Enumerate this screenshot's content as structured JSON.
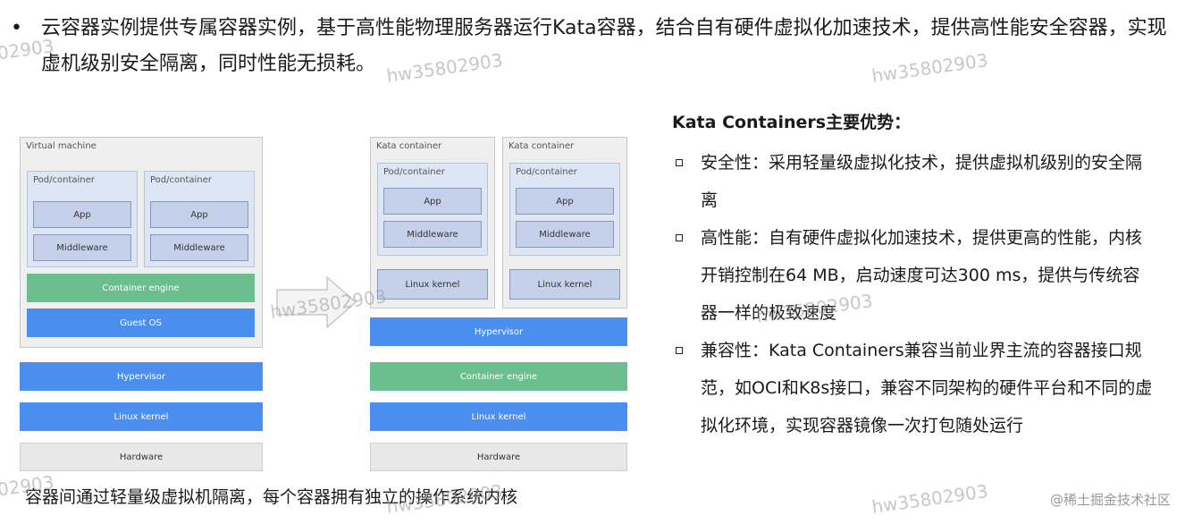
{
  "intro": {
    "bullet": "•",
    "text": "云容器实例提供专属容器实例，基于高性能物理服务器运行Kata容器，结合自有硬件虚拟化加速技术，提供高性能安全容器，实现虚机级别安全隔离，同时性能无损耗。"
  },
  "left_diagram": {
    "vm_title": "Virtual machine",
    "pods": [
      {
        "title": "Pod/container",
        "app": "App",
        "middleware": "Middleware"
      },
      {
        "title": "Pod/container",
        "app": "App",
        "middleware": "Middleware"
      }
    ],
    "container_engine": "Container engine",
    "guest_os": "Guest OS",
    "hypervisor": "Hypervisor",
    "linux_kernel": "Linux kernel",
    "hardware": "Hardware"
  },
  "right_diagram": {
    "katas": [
      {
        "title": "Kata container",
        "pod_title": "Pod/container",
        "app": "App",
        "middleware": "Middleware",
        "kernel": "Linux kernel"
      },
      {
        "title": "Kata container",
        "pod_title": "Pod/container",
        "app": "App",
        "middleware": "Middleware",
        "kernel": "Linux kernel"
      }
    ],
    "hypervisor": "Hypervisor",
    "container_engine": "Container engine",
    "linux_kernel": "Linux kernel",
    "hardware": "Hardware"
  },
  "caption": "容器间通过轻量级虚拟机隔离，每个容器拥有独立的操作系统内核",
  "advantages": {
    "title": "Kata Containers主要优势：",
    "items": [
      {
        "text": "安全性：采用轻量级虚拟化技术，提供虚拟机级别的安全隔离"
      },
      {
        "text": "高性能：自有硬件虚拟化加速技术，提供更高的性能，内核开销控制在64 MB，启动速度可达300 ms，提供与传统容器一样的极致速度"
      },
      {
        "text": "兼容性：Kata Containers兼容当前业界主流的容器接口规范，如OCI和K8s接口，兼容不同架构的硬件平台和不同的虚拟化环境，实现容器镜像一次打包随处运行"
      }
    ]
  },
  "watermark": "hw35802903",
  "credit": "@稀土掘金技术社区",
  "colors": {
    "blue": "#4a8ff0",
    "green": "#6bbf8f",
    "pod": "#dde6f4",
    "panel": "#efefef"
  }
}
